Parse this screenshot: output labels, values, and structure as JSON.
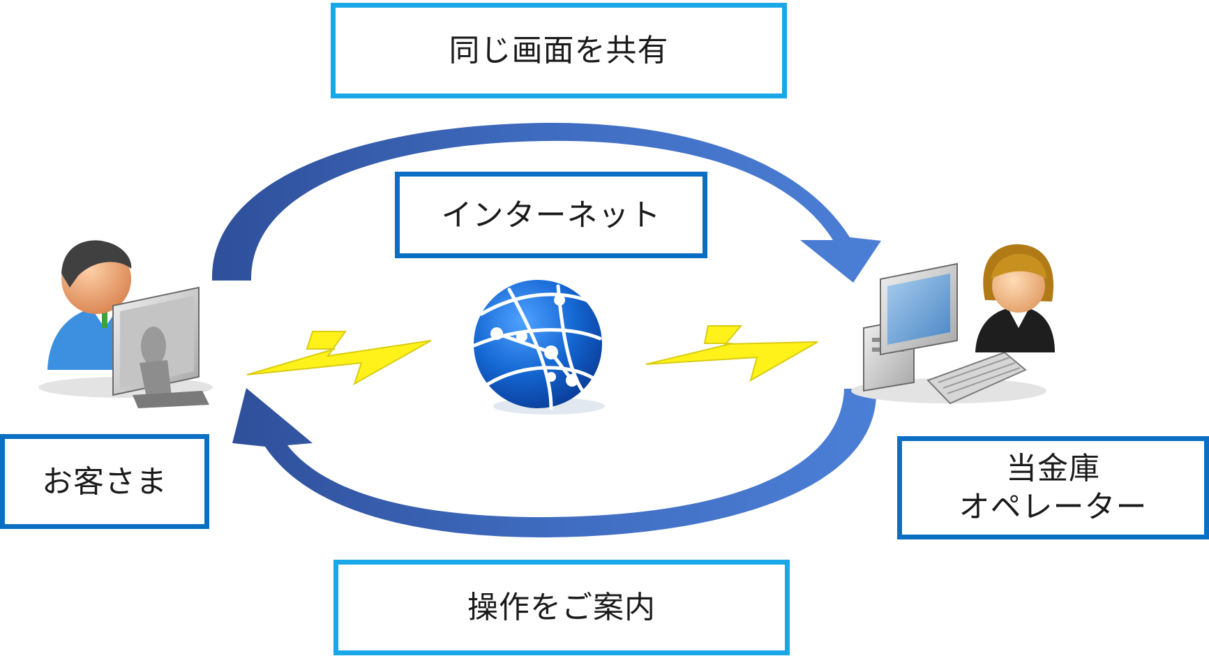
{
  "labels": {
    "share_screen": "同じ画面を共有",
    "internet": "インターネット",
    "customer": "お客さま",
    "operator_line1": "当金庫",
    "operator_line2": "オペレーター",
    "guide_operation": "操作をご案内"
  },
  "icons": {
    "customer": "customer-at-pc-icon",
    "operator": "operator-at-pc-icon",
    "network": "globe-network-icon",
    "lightning": "lightning-bolt-icon",
    "arrows": "curved-arrow-icon"
  },
  "colors": {
    "box_light_border": "#1aa7e8",
    "box_dark_border": "#0a6fc2",
    "arrow_blue": "#3a64b4",
    "lightning_yellow": "#fff21a",
    "globe_blue": "#0f62c8"
  }
}
